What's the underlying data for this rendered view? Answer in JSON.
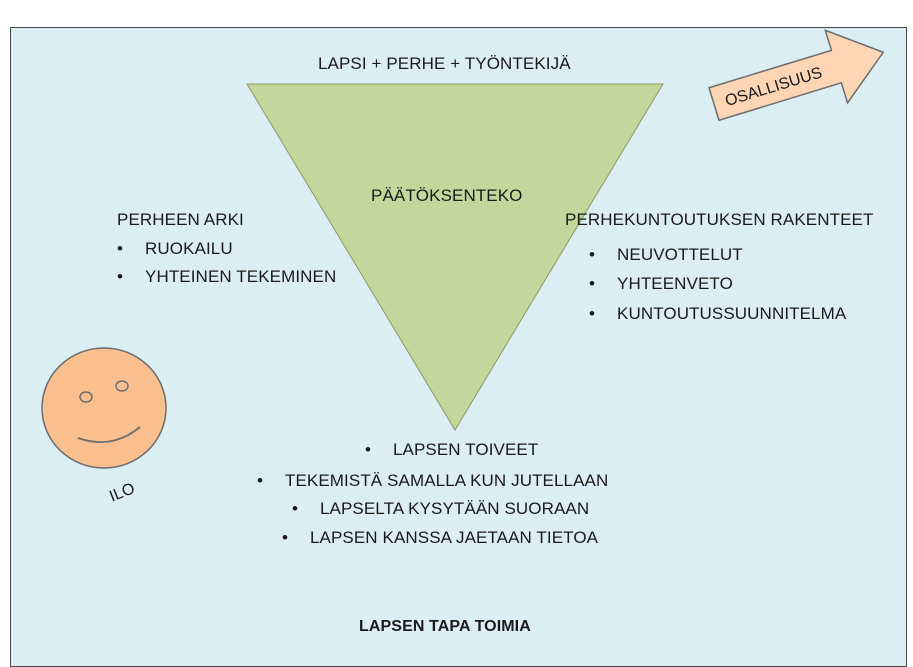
{
  "colors": {
    "background_panel": "#dbeef3",
    "panel_border": "#4a4a4a",
    "triangle_fill": "#c3d69b",
    "triangle_stroke": "#8a9a6a",
    "arrow_fill": "#fcd5b5",
    "arrow_stroke": "#6d6d6d",
    "smiley_fill": "#fabf8f",
    "smiley_stroke": "#6d6d6d"
  },
  "icons": {
    "smiley": "smiley-face-icon",
    "arrow": "right-arrow-icon",
    "bullet": "•"
  },
  "triangle": {
    "top_label": "LAPSI + PERHE + TYÖNTEKIJÄ",
    "center_label": "PÄÄTÖKSENTEKO"
  },
  "arrow": {
    "label": "OSALLISUUS"
  },
  "left_block": {
    "heading": "PERHEEN ARKI",
    "items": [
      "RUOKAILU",
      "YHTEINEN TEKEMINEN"
    ]
  },
  "right_block": {
    "heading": "PERHEKUNTOUTUKSEN RAKENTEET",
    "items": [
      "NEUVOTTELUT",
      "YHTEENVETO",
      "KUNTOUTUSSUUNNITELMA"
    ]
  },
  "bottom_block": {
    "items": [
      "LAPSEN TOIVEET",
      "TEKEMISTÄ SAMALLA KUN JUTELLAAN",
      "LAPSELTA KYSYTÄÄN SUORAAN",
      "LAPSEN KANSSA JAETAAN TIETOA"
    ]
  },
  "smiley": {
    "label": "ILO"
  },
  "footer": {
    "label": "LAPSEN TAPA TOIMIA"
  }
}
